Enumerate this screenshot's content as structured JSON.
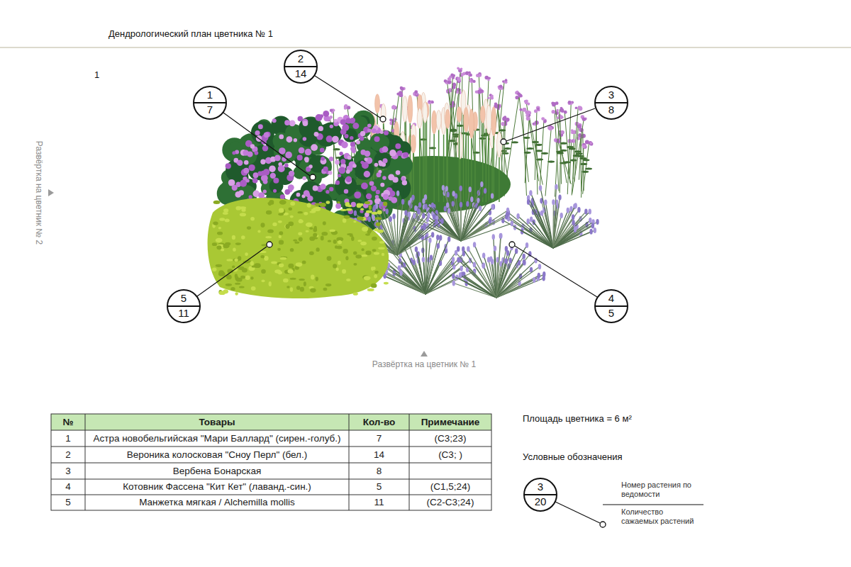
{
  "diagram": {
    "title": "Дендрологический план цветника № 1",
    "nodes": [
      {
        "text": [
          "2",
          "14"
        ]
      },
      {
        "text": [
          "1",
          "7"
        ]
      },
      {
        "text": [
          "3",
          "8"
        ]
      },
      {
        "text": [
          "5",
          "11"
        ]
      },
      {
        "text": [
          "4",
          "5"
        ]
      },
      {
        "text": [
          "3",
          "20"
        ]
      }
    ],
    "labels": [
      "1",
      "Развёртка на цветник № 2",
      "Развёртка на цветник № 1",
      "№",
      "Товары",
      "Кол-во",
      "Примечание",
      "1",
      "Астра новобельгийская \"Мари Баллард\" (сирен.-голуб.)",
      "7",
      "(С3;23)",
      "2",
      "Вероника колосковая \"Сноу Перл\" (бел.)",
      "14",
      "(С3; )",
      "3",
      "Вербена Бонарская",
      "8",
      "4",
      "Котовник Фассена \"Кит Кет\" (лаванд.-син.)",
      "5",
      "(С1,5;24)",
      "5",
      "Манжетка мягкая / Alchemilla mollis",
      "11",
      "(С2-С3;24)",
      "Площадь цветника = 6 м²",
      "Условные обозначения",
      "Номер растения по ведомости",
      "Количество сажаемых растений"
    ]
  }
}
